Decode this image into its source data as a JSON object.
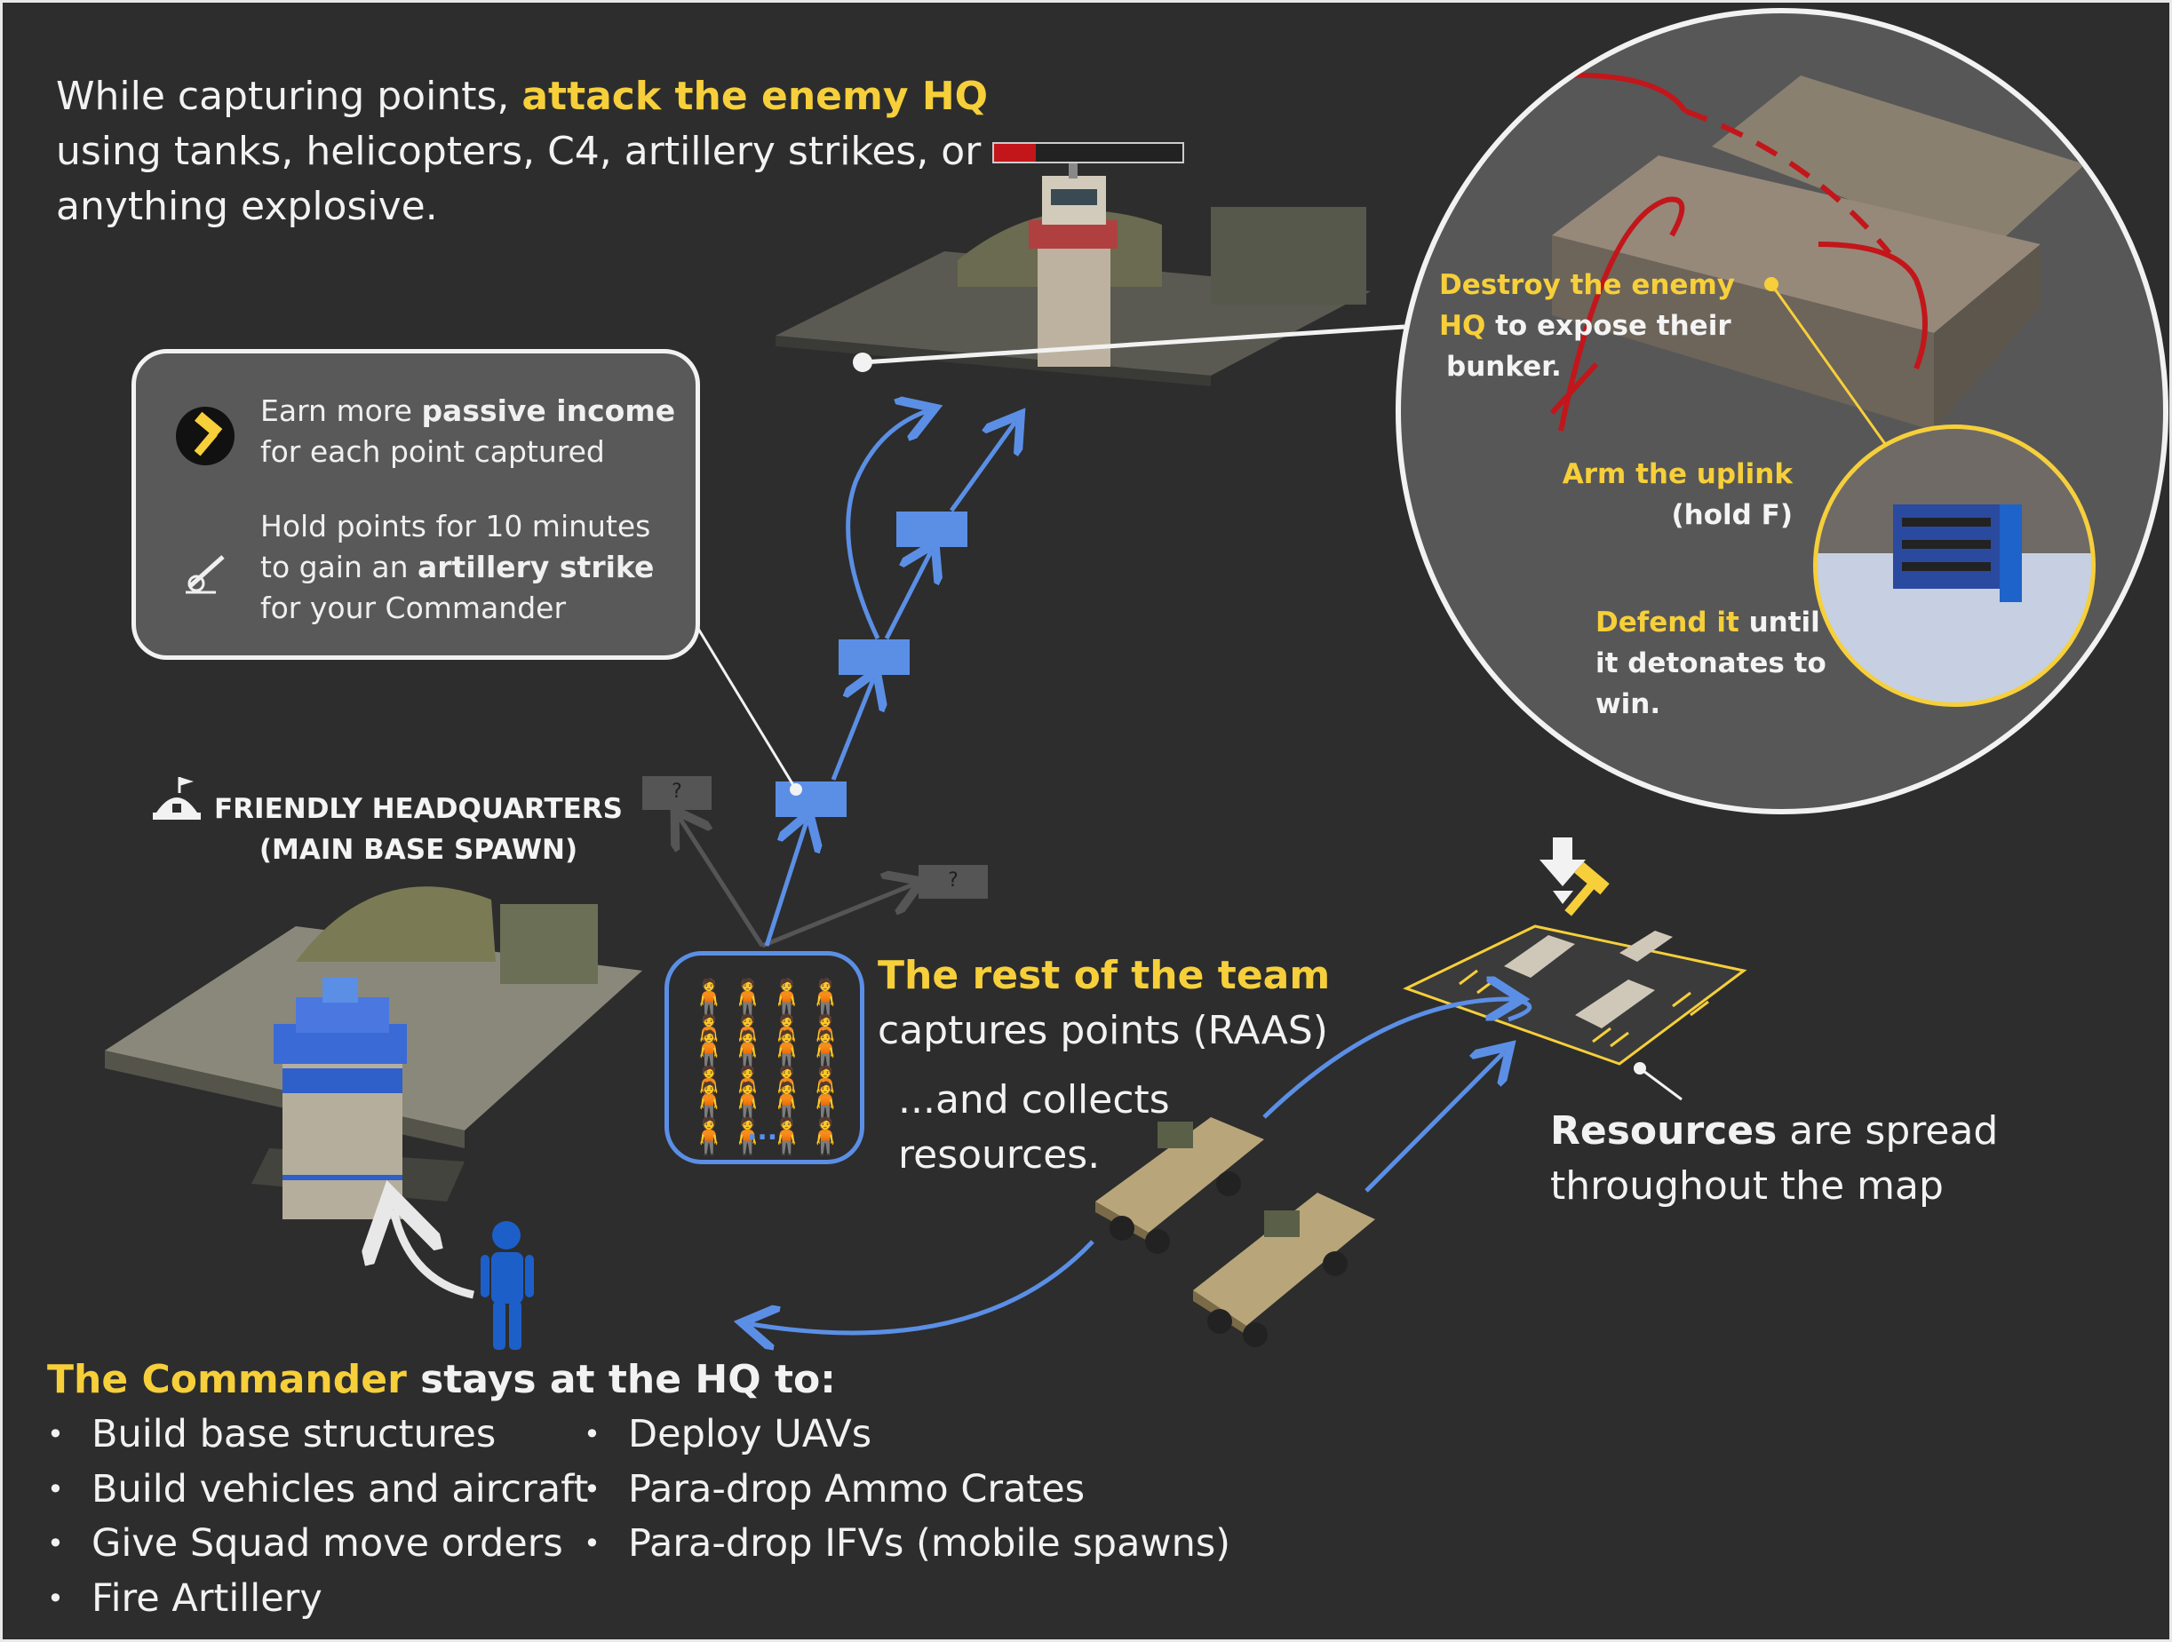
{
  "intro": {
    "part1": "While capturing points, ",
    "highlight": "attack the enemy HQ",
    "part2": " using tanks, helicopters, C4, artillery strikes, or anything explosive."
  },
  "enemy_hq_health": {
    "fraction": 0.22,
    "color": "#c2161b"
  },
  "info_box": {
    "item1_pre": "Earn more ",
    "item1_bold": "passive income",
    "item1_post": " for each point captured",
    "item2_pre": "Hold points for 10 minutes to gain an ",
    "item2_bold": "artillery strike",
    "item2_post": " for your Commander",
    "icon1": "hammer-icon",
    "icon2": "artillery-icon"
  },
  "friendly_hq": {
    "line1": "FRIENDLY HEADQUARTERS",
    "line2": "(MAIN BASE SPAWN)",
    "icon": "base-flag-icon"
  },
  "capture_points": {
    "unknown_label": "?"
  },
  "team": {
    "title": "The rest of the team",
    "subtitle": "captures points (RAAS)",
    "collects_line1": "...and collects",
    "collects_line2": "resources.",
    "more": "..."
  },
  "resources": {
    "bold": "Resources",
    "rest1": " are spread",
    "line2": "throughout the map"
  },
  "enemy_bunker": {
    "destroy_y1": "Destroy the enemy",
    "destroy_y2": "HQ",
    "destroy_w2": " to expose their",
    "destroy_w3": "bunker.",
    "arm_y": "Arm the uplink",
    "arm_w": "(hold F)",
    "defend_y": "Defend it",
    "defend_w1": " until",
    "defend_w2": "it detonates to",
    "defend_w3": "win."
  },
  "commander": {
    "title_y": "The Commander",
    "title_w": " stays at the HQ to:",
    "left_items": [
      "Build base structures",
      "Build vehicles and aircraft",
      "Give Squad move orders",
      "Fire Artillery"
    ],
    "right_items": [
      "Deploy UAVs",
      "Para-drop Ammo Crates",
      "Para-drop IFVs (mobile spawns)"
    ]
  },
  "colors": {
    "accent_yellow": "#f6cf3a",
    "team_blue": "#5b8fe6",
    "enemy_red": "#c2161b",
    "commander_blue": "#1d5fc9",
    "background": "#2d2d2d"
  }
}
